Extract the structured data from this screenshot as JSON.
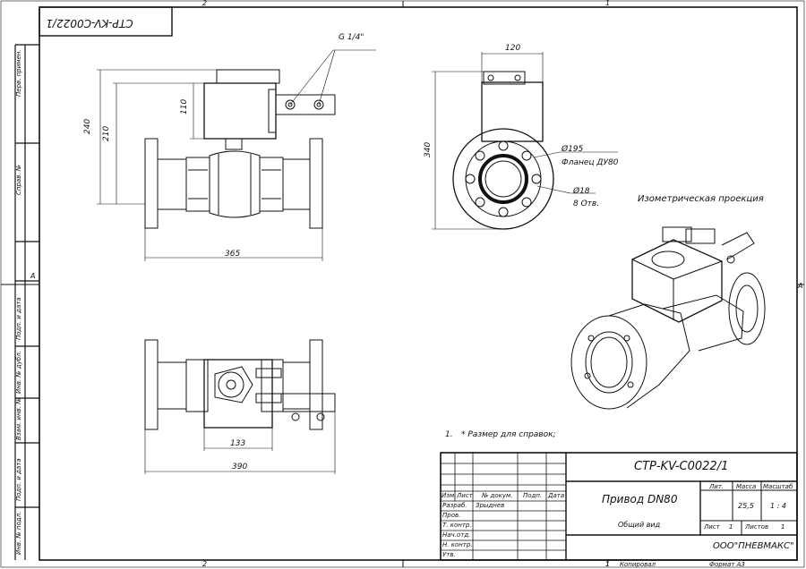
{
  "zones": {
    "top_left": "2",
    "top_right": "1",
    "bottom_left": "2",
    "bottom_right": "1",
    "side_left": "A",
    "side_right": "A"
  },
  "stamp_code_rotated": "СТР-KV-С0022/1",
  "left_column": [
    "Перв. примен.",
    "Справ. №",
    "Подп. и дата",
    "Инв. № дубл.",
    "Взам. инв. №",
    "Подп. и дата",
    "Инв. № подл."
  ],
  "dimensions": {
    "thread": "G 1/4\"",
    "h_240": "240",
    "h_210": "210",
    "h_110": "110",
    "w_365": "365",
    "w_120": "120",
    "h_340": "340",
    "dia_195": "Ø195",
    "flange": "Фланец ДУ80",
    "dia_18": "Ø18",
    "holes": "8 Отв.",
    "w_133": "133",
    "w_390": "390"
  },
  "iso_label": "Изометрическая проекция",
  "note": {
    "num": "1.",
    "text": "* Размер для справок;"
  },
  "title_block": {
    "code": "СТР-KV-С0022/1",
    "name": "Привод DN80",
    "subtitle": "Общий вид",
    "lit_label": "Лит.",
    "mass_label": "Масса",
    "scale_label": "Масштаб",
    "mass": "25,5",
    "scale": "1 : 4",
    "sheet_label": "Лист",
    "sheet": "1",
    "sheets_label": "Листов",
    "sheets": "1",
    "company": "ООО\"ПНЕВМАКС\"",
    "row_headers": [
      "Изм.",
      "Лист",
      "№ докум.",
      "Подп.",
      "Дата"
    ],
    "roles": [
      "Разраб.",
      "Пров.",
      "Т. контр.",
      "Нач.отд.",
      "Н. контр.",
      "Утв."
    ],
    "developer": "Зрыднев"
  },
  "footer": {
    "copied": "Копировал",
    "format": "Формат А3",
    "sheet_num": "1"
  }
}
